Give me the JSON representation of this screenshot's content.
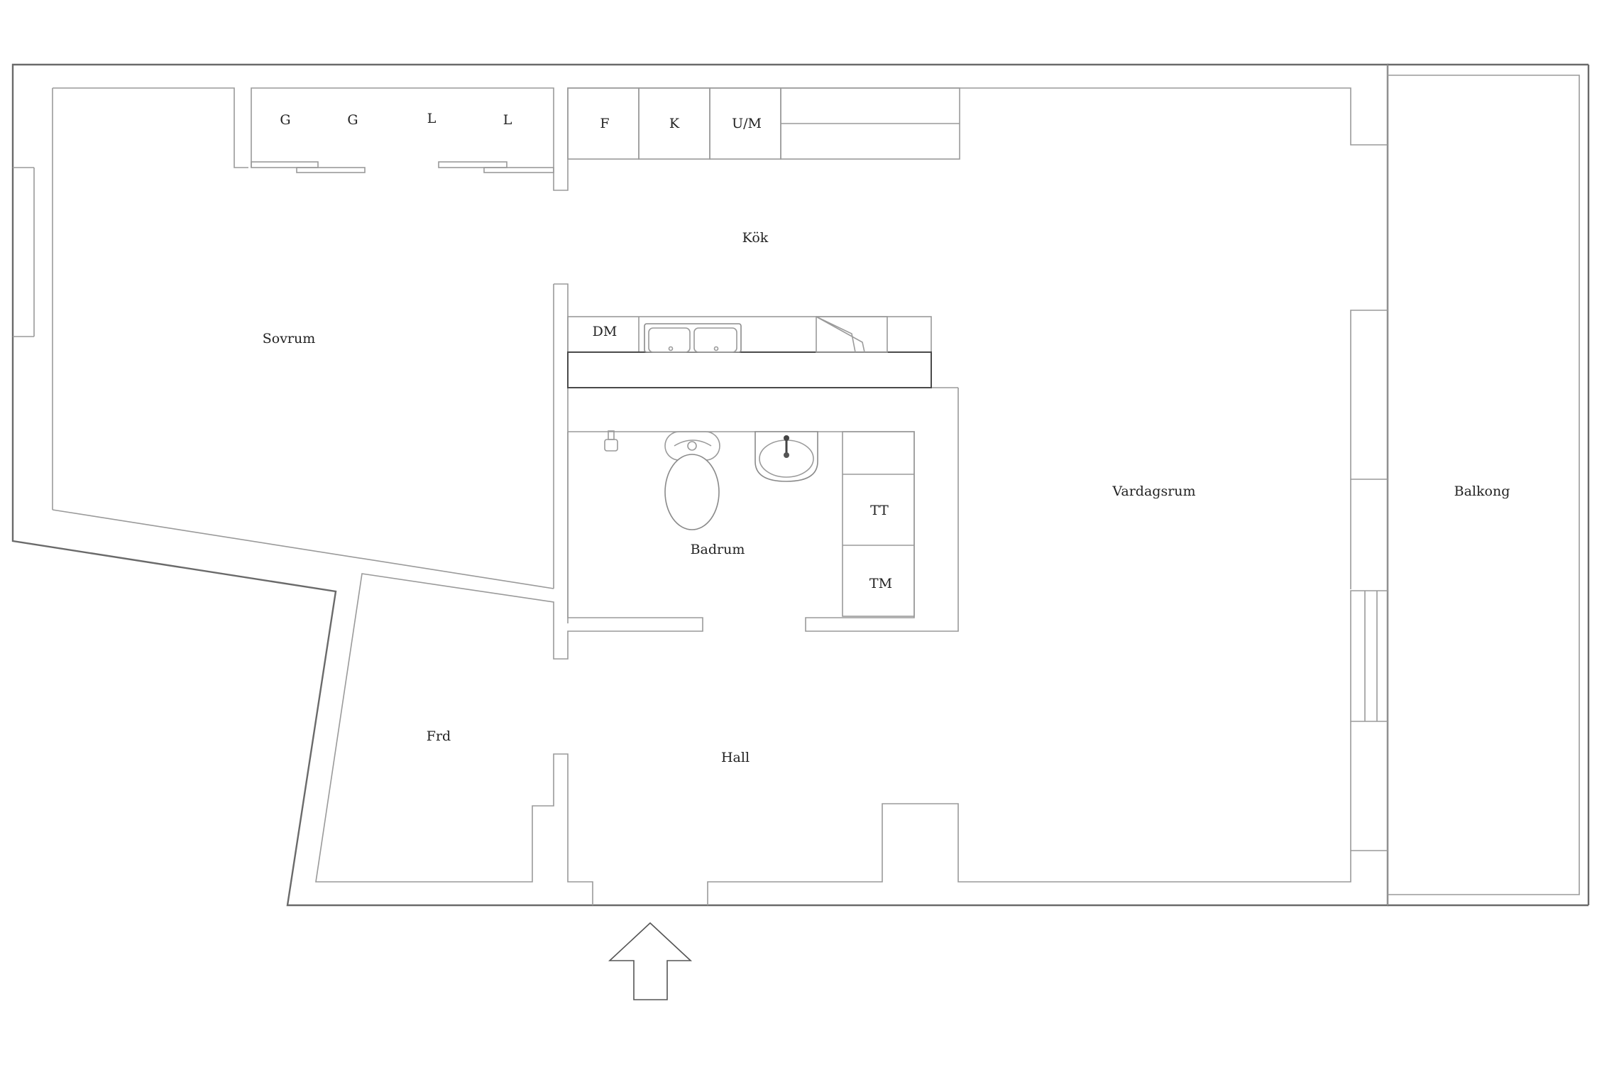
{
  "rooms": {
    "sovrum": "Sovrum",
    "kok": "Kök",
    "vardagsrum": "Vardagsrum",
    "balkong": "Balkong",
    "badrum": "Badrum",
    "frd": "Frd",
    "hall": "Hall"
  },
  "fixtures": {
    "wardrobe_1": "G",
    "wardrobe_2": "G",
    "wardrobe_3": "L",
    "wardrobe_4": "L",
    "fridge": "F",
    "freezer": "K",
    "oven_micro": "U/M",
    "dishwasher": "DM",
    "dryer": "TT",
    "washer": "TM"
  },
  "colors": {
    "wall": "#6a6a6a",
    "line": "#9a9a9a",
    "text": "#222222"
  }
}
